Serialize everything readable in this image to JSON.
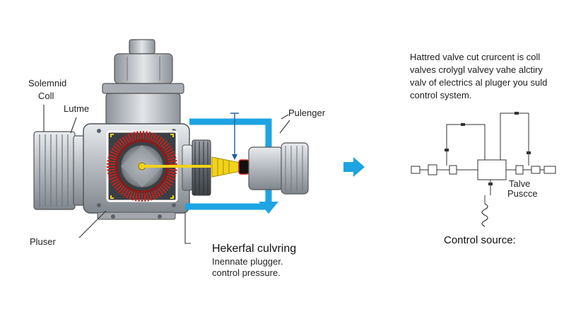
{
  "labels": {
    "solenoid": [
      "Solemnid",
      "Coll"
    ],
    "lutme": "Lutme",
    "pulenger": "Pulenger",
    "pluser": "Pluser",
    "valve_pusce": [
      "Talve",
      "Puscce"
    ],
    "control_source": "Control source:"
  },
  "callout": {
    "title": "Hekerfal culvring",
    "lines": [
      "Inennate plugger.",
      "control pressure."
    ]
  },
  "description": [
    "Hattred valve cut crurcent is coll",
    "valves crolygl valvey vahe alctiry",
    "valv of electrics al pluger you suld",
    "control system."
  ],
  "colors": {
    "accent_blue": "#1ea4e3",
    "plunger_yellow": "#f2d21b",
    "coil_red": "#c4221c",
    "metal": "#b9bec4",
    "metal_dark": "#7d838a"
  },
  "icons": [
    "arrow-right-icon",
    "spring-icon"
  ]
}
